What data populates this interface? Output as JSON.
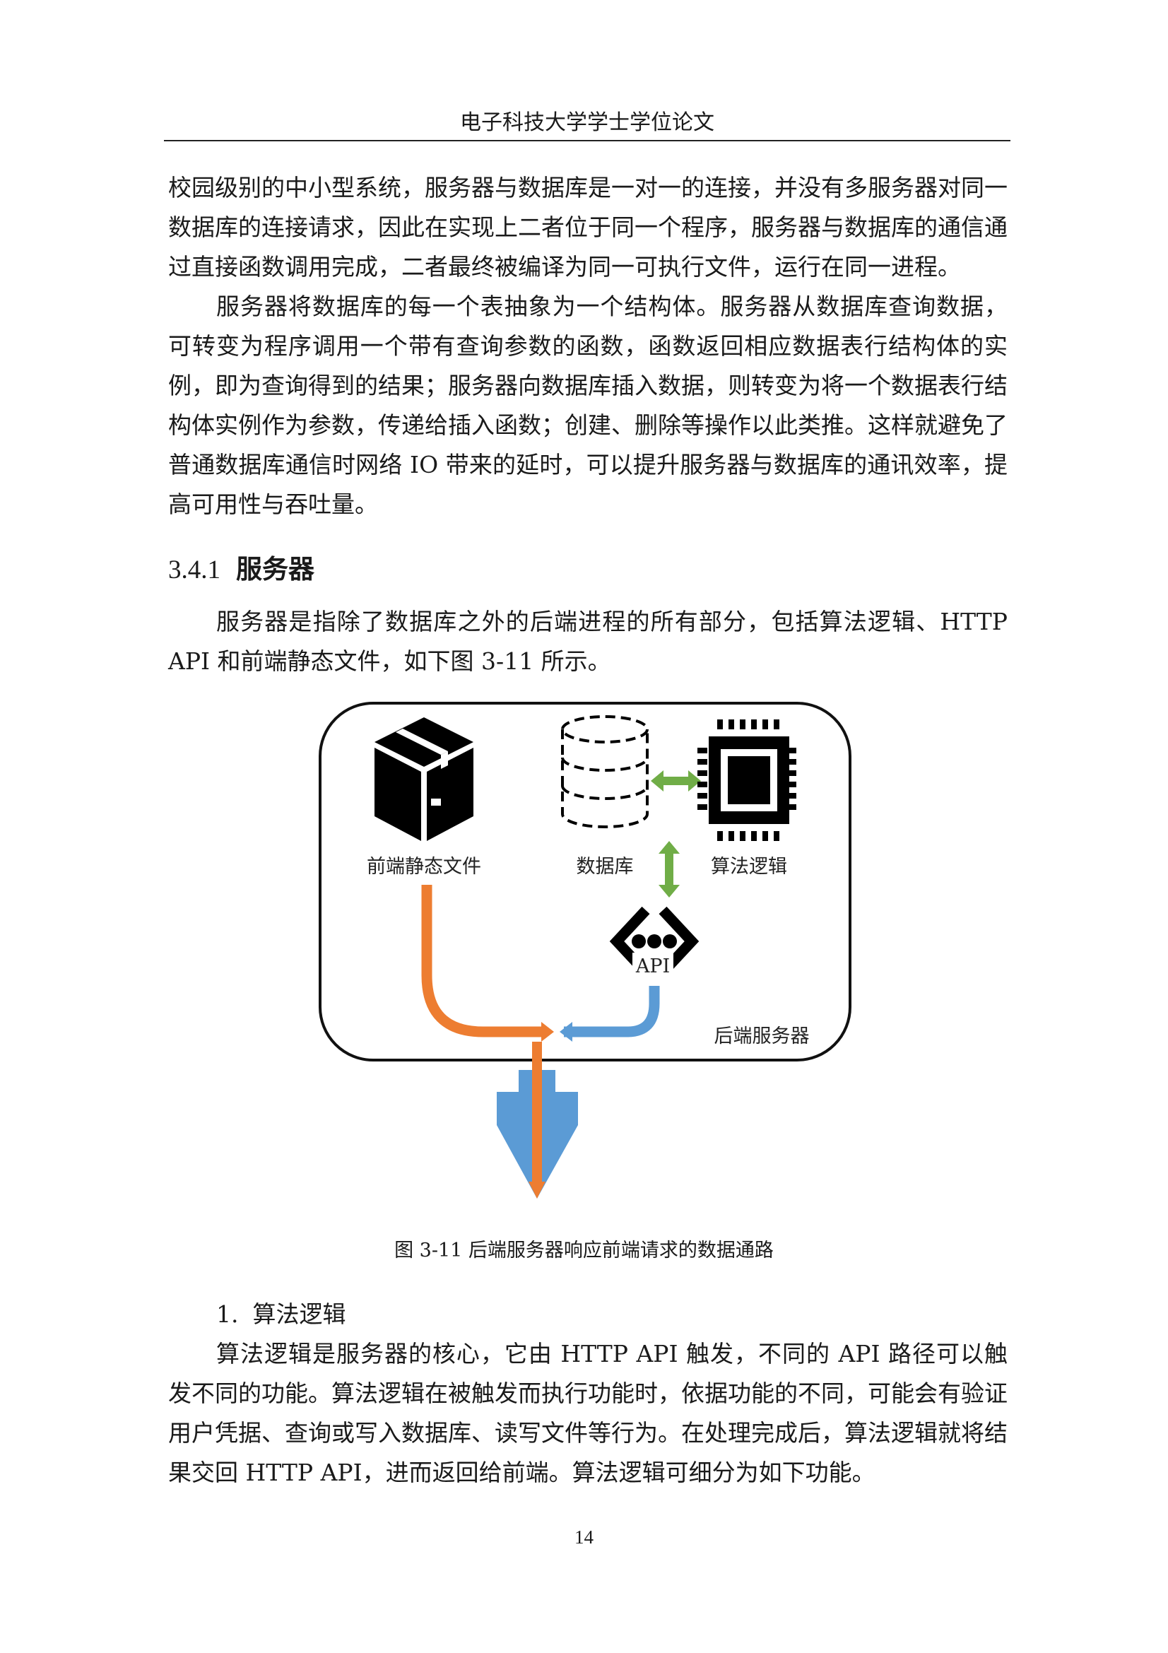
{
  "header": {
    "title": "电子科技大学学士学位论文"
  },
  "paragraphs": [
    "校园级别的中小型系统，服务器与数据库是一对一的连接，并没有多服务器对同一数据库的连接请求，因此在实现上二者位于同一个程序，服务器与数据库的通信通过直接函数调用完成，二者最终被编译为同一可执行文件，运行在同一进程。",
    "服务器将数据库的每一个表抽象为一个结构体。服务器从数据库查询数据，可转变为程序调用一个带有查询参数的函数，函数返回相应数据表行结构体的实例，即为查询得到的结果；服务器向数据库插入数据，则转变为将一个数据表行结构体实例作为参数，传递给插入函数；创建、删除等操作以此类推。这样就避免了普通数据库通信时网络 IO 带来的延时，可以提升服务器与数据库的通讯效率，提高可用性与吞吐量。"
  ],
  "section": {
    "number": "3.4.1",
    "title": "服务器"
  },
  "section_intro": "服务器是指除了数据库之外的后端进程的所有部分，包括算法逻辑、HTTP API 和前端静态文件，如下图 3-11 所示。",
  "figure": {
    "labels": {
      "static_files": "前端静态文件",
      "database": "数据库",
      "algorithm": "算法逻辑",
      "api": "API",
      "backend": "后端服务器"
    },
    "colors": {
      "orange": "#ED7D31",
      "blue": "#5B9BD5",
      "green": "#70AD47"
    },
    "caption": "图 3-11  后端服务器响应前端请求的数据通路"
  },
  "subsection": {
    "index": "1.",
    "title": "算法逻辑"
  },
  "subsection_text": "算法逻辑是服务器的核心，它由 HTTP API 触发，不同的 API 路径可以触发不同的功能。算法逻辑在被触发而执行功能时，依据功能的不同，可能会有验证用户凭据、查询或写入数据库、读写文件等行为。在处理完成后，算法逻辑就将结果交回 HTTP API，进而返回给前端。算法逻辑可细分为如下功能。",
  "page_number": "14"
}
